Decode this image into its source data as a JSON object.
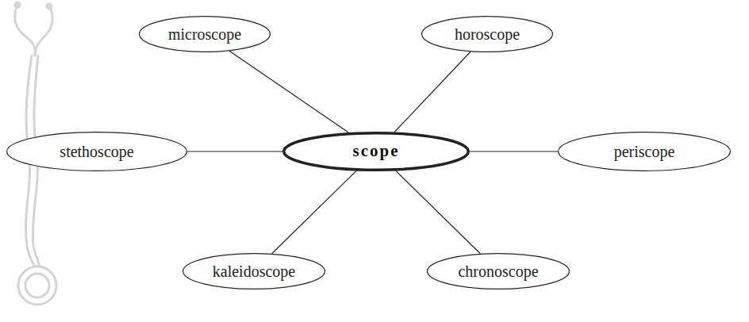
{
  "diagram": {
    "nodes": [
      {
        "text": [
          "microscope"
        ]
      },
      {
        "text": [
          "horoscope"
        ]
      },
      {
        "text": [
          "stethoscope"
        ]
      },
      {
        "text": [
          "scope"
        ]
      },
      {
        "text": [
          "periscope"
        ]
      },
      {
        "text": [
          "kaleidoscope"
        ]
      },
      {
        "text": [
          "chronoscope"
        ]
      }
    ],
    "edges": [
      {
        "from": 3,
        "to": 0,
        "arrow": "none"
      },
      {
        "from": 3,
        "to": 1,
        "arrow": "none"
      },
      {
        "from": 3,
        "to": 2,
        "arrow": "none"
      },
      {
        "from": 3,
        "to": 4,
        "arrow": "none"
      },
      {
        "from": 3,
        "to": 5,
        "arrow": "none"
      },
      {
        "from": 3,
        "to": 6,
        "arrow": "none"
      }
    ]
  }
}
